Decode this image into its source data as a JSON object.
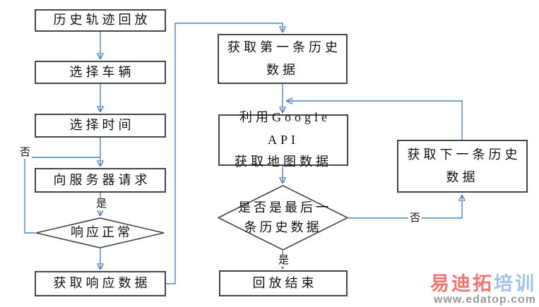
{
  "diagram": {
    "title_hint": "history-track-playback-flowchart",
    "nodes": {
      "start": "历史轨迹回放",
      "select_vehicle": "选择车辆",
      "select_time": "选择时间",
      "request_server": "向服务器请求",
      "response_ok": "响应正常",
      "get_response": "获取响应数据",
      "get_first": [
        "获取第一条历史",
        "数据"
      ],
      "google_api": [
        "利用Google API",
        "获取地图数据"
      ],
      "is_last": [
        "是否是最后一",
        "条历史数据"
      ],
      "end": "回放结束",
      "get_next": [
        "获取下一条历史",
        "数据"
      ]
    },
    "edge_labels": {
      "yes": "是",
      "no": "否"
    },
    "colors": {
      "connector": "#4f81bd",
      "node_border": "#454545",
      "text": "#111111"
    }
  },
  "watermark": {
    "brand_red": "易迪拓",
    "brand_blue": "培训",
    "url": "www.edatop.com",
    "colors": {
      "brand_red": "#ee7570",
      "brand_blue": "#a5c2e5",
      "url": "#9a9a9a"
    }
  }
}
